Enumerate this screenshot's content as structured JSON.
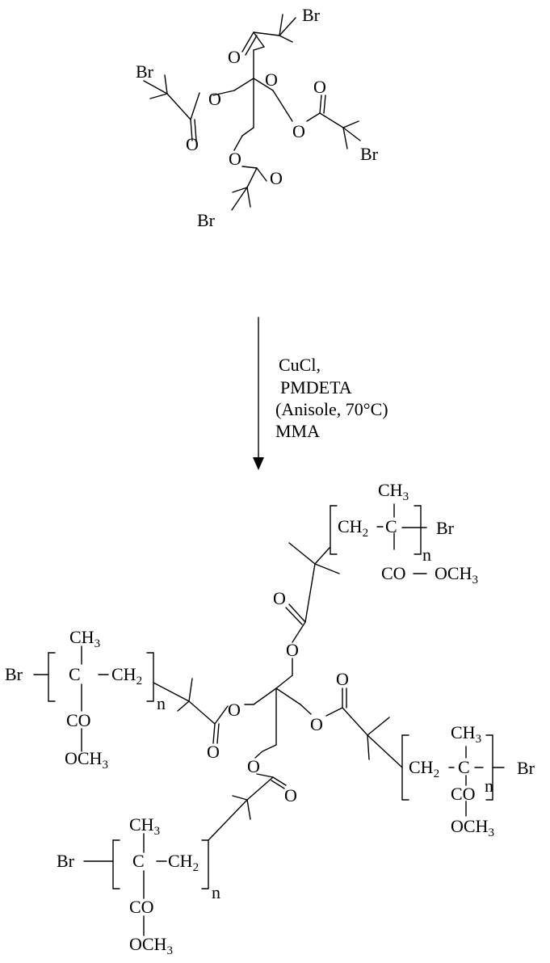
{
  "atoms": {
    "br": "Br",
    "o": "O",
    "c": "C",
    "n": "n",
    "co": "CO",
    "och3": "OCH",
    "ch3": "CH",
    "ch2": "CH",
    "sub3": "3",
    "sub2": "2"
  },
  "conditions": [
    "CuCl,",
    "PMDETA",
    "(Anisole, 70°C)",
    "MMA"
  ],
  "colors": {
    "ink": "#000000",
    "background": "#ffffff"
  }
}
